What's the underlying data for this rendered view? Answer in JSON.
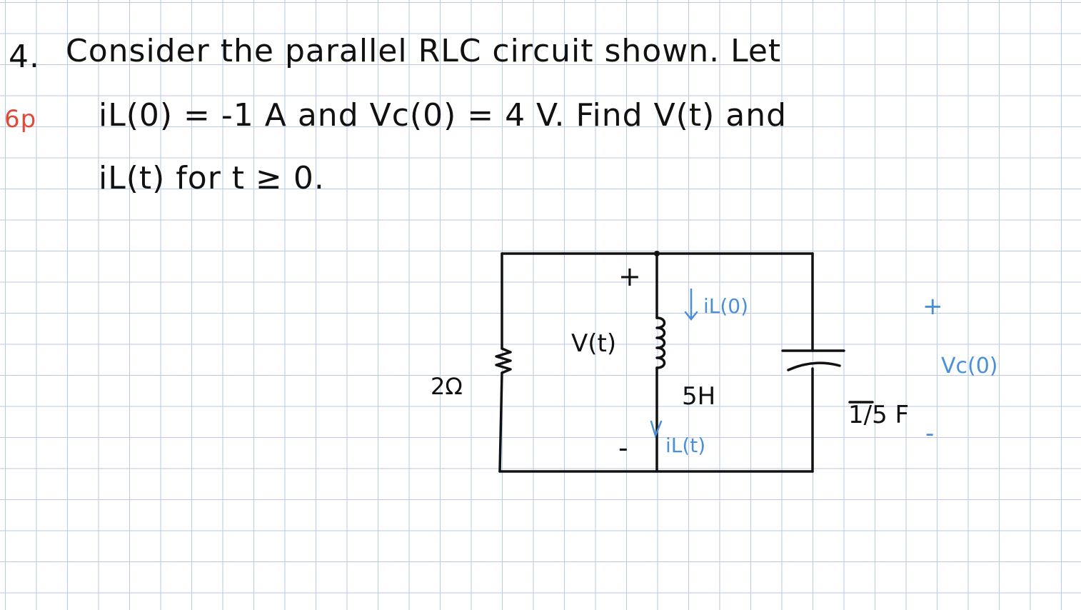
{
  "problem": {
    "number": "4.",
    "line1": "Consider the parallel RLC circuit shown. Let",
    "points": "6p",
    "line2": "iL(0) = -1 A and Vc(0) = 4 V. Find V(t) and",
    "line3": "iL(t) for t ≥ 0."
  },
  "circuit": {
    "resistor_label": "2Ω",
    "inductor_label": "5H",
    "capacitor_label": "1/5 F",
    "voltage_label": "V(t)",
    "plus": "+",
    "minus": "-",
    "il0_label": "iL(0)",
    "ilt_label": "iL(t)",
    "vc0_label": "Vc(0)",
    "vc_plus": "+",
    "vc_minus": "-"
  },
  "colors": {
    "ink": "#111111",
    "red_ink": "#e04a3a",
    "blue_ink": "#4a90d9",
    "grid": "#b9c9e6"
  }
}
